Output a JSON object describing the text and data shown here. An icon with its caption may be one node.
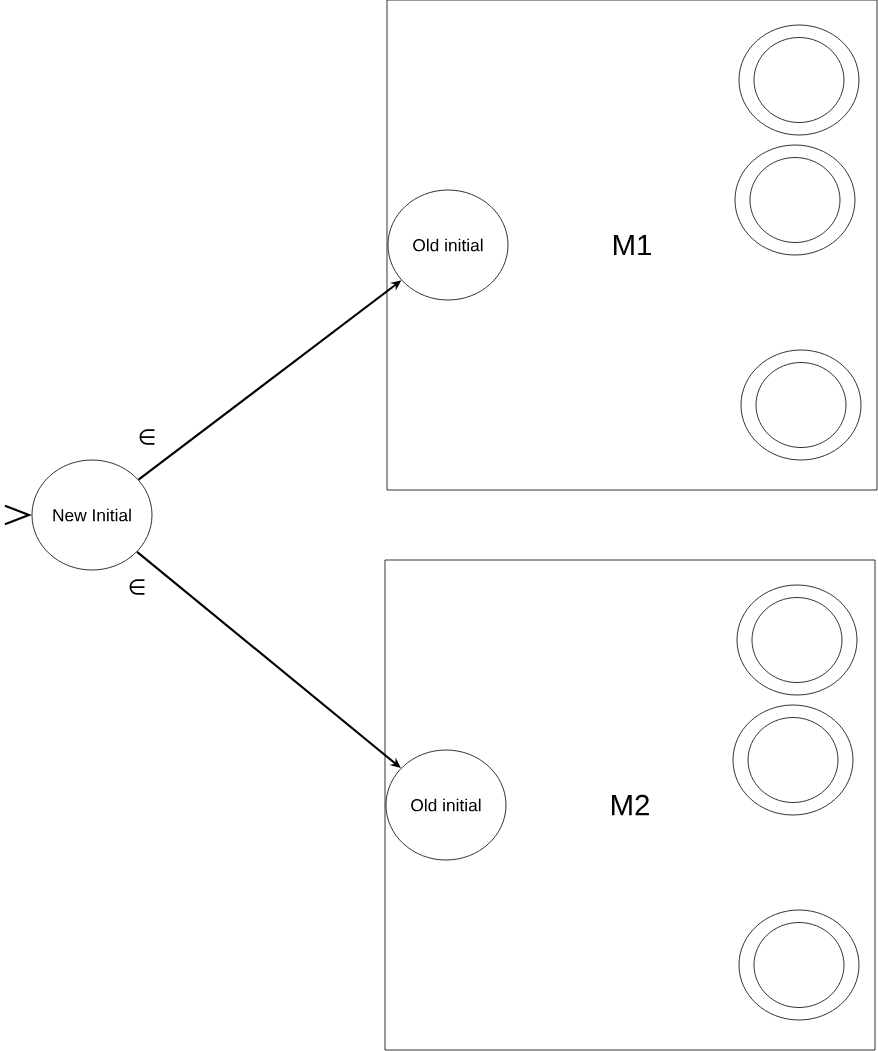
{
  "diagram": {
    "nodes": [
      {
        "text": [
          "New Initial"
        ]
      },
      {
        "text": [
          "M1"
        ]
      },
      {
        "text": [
          "Old initial"
        ],
        "in": 1
      },
      {
        "text": [],
        "shape": "circle",
        "in": 1
      },
      {
        "text": [],
        "shape": "circle",
        "in": 1
      },
      {
        "text": [],
        "shape": "circle",
        "in": 1
      },
      {
        "text": [
          "M2"
        ]
      },
      {
        "text": [
          "Old initial"
        ],
        "in": 6
      },
      {
        "text": [],
        "shape": "circle",
        "in": 6
      },
      {
        "text": [],
        "shape": "circle",
        "in": 6
      },
      {
        "text": [],
        "shape": "circle",
        "in": 6
      }
    ],
    "edges": [
      {
        "from": null,
        "to": 0,
        "arrow": "to"
      },
      {
        "from": 0,
        "to": 2,
        "arrow": "to",
        "label": "∈"
      },
      {
        "from": 0,
        "to": 7,
        "arrow": "to",
        "label": "∈"
      }
    ]
  }
}
